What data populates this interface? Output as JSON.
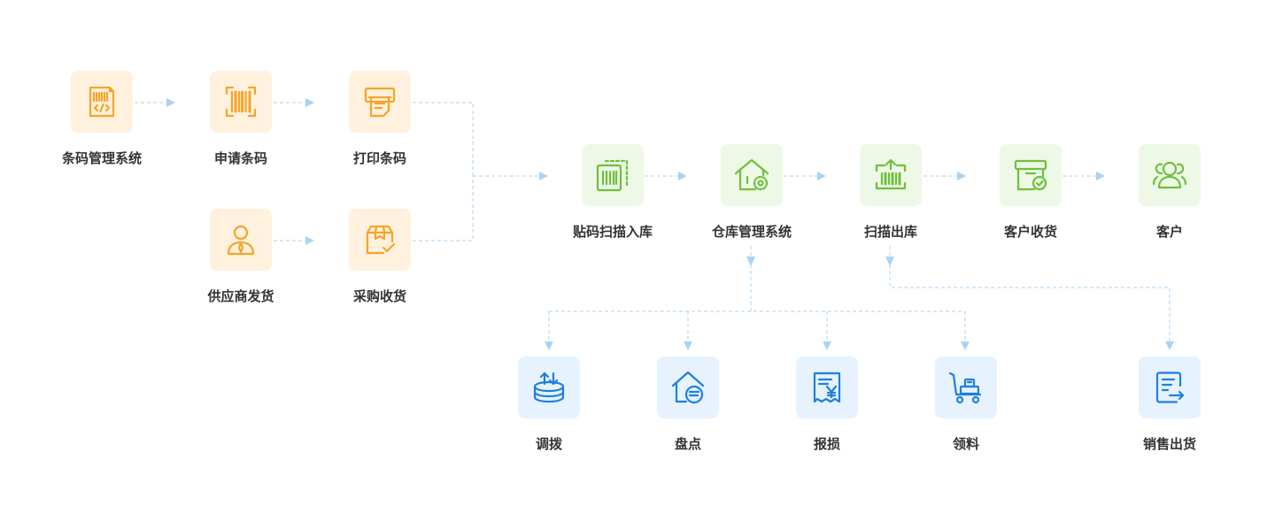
{
  "colors": {
    "orange_icon": "#f5a42a",
    "orange_bg": "#fff1dd",
    "green_icon": "#6ec03c",
    "green_bg": "#eef8e6",
    "blue_icon": "#1e7fde",
    "blue_bg": "#e6f2fd",
    "connector": "#a9d3f3",
    "label": "#333333"
  },
  "nodes": {
    "barcode_system": {
      "label": "条码管理系统",
      "icon": "barcode-code-icon"
    },
    "apply_barcode": {
      "label": "申请条码",
      "icon": "barcode-scan-icon"
    },
    "print_barcode": {
      "label": "打印条码",
      "icon": "printer-icon"
    },
    "supplier_ship": {
      "label": "供应商发货",
      "icon": "supplier-person-icon"
    },
    "purchase_receive": {
      "label": "采购收货",
      "icon": "package-check-icon"
    },
    "label_scan_in": {
      "label": "贴码扫描入库",
      "icon": "barcode-label-icon"
    },
    "warehouse_system": {
      "label": "仓库管理系统",
      "icon": "warehouse-gear-icon"
    },
    "scan_out": {
      "label": "扫描出库",
      "icon": "barcode-upload-icon"
    },
    "customer_receive": {
      "label": "客户收货",
      "icon": "box-check-icon"
    },
    "customer": {
      "label": "客户",
      "icon": "users-icon"
    },
    "transfer": {
      "label": "调拨",
      "icon": "coin-stack-arrows-icon"
    },
    "inventory": {
      "label": "盘点",
      "icon": "house-list-icon"
    },
    "scrap": {
      "label": "报损",
      "icon": "receipt-yen-icon"
    },
    "requisition": {
      "label": "领料",
      "icon": "hand-truck-icon"
    },
    "sales_out": {
      "label": "销售出货",
      "icon": "document-arrow-icon"
    }
  }
}
